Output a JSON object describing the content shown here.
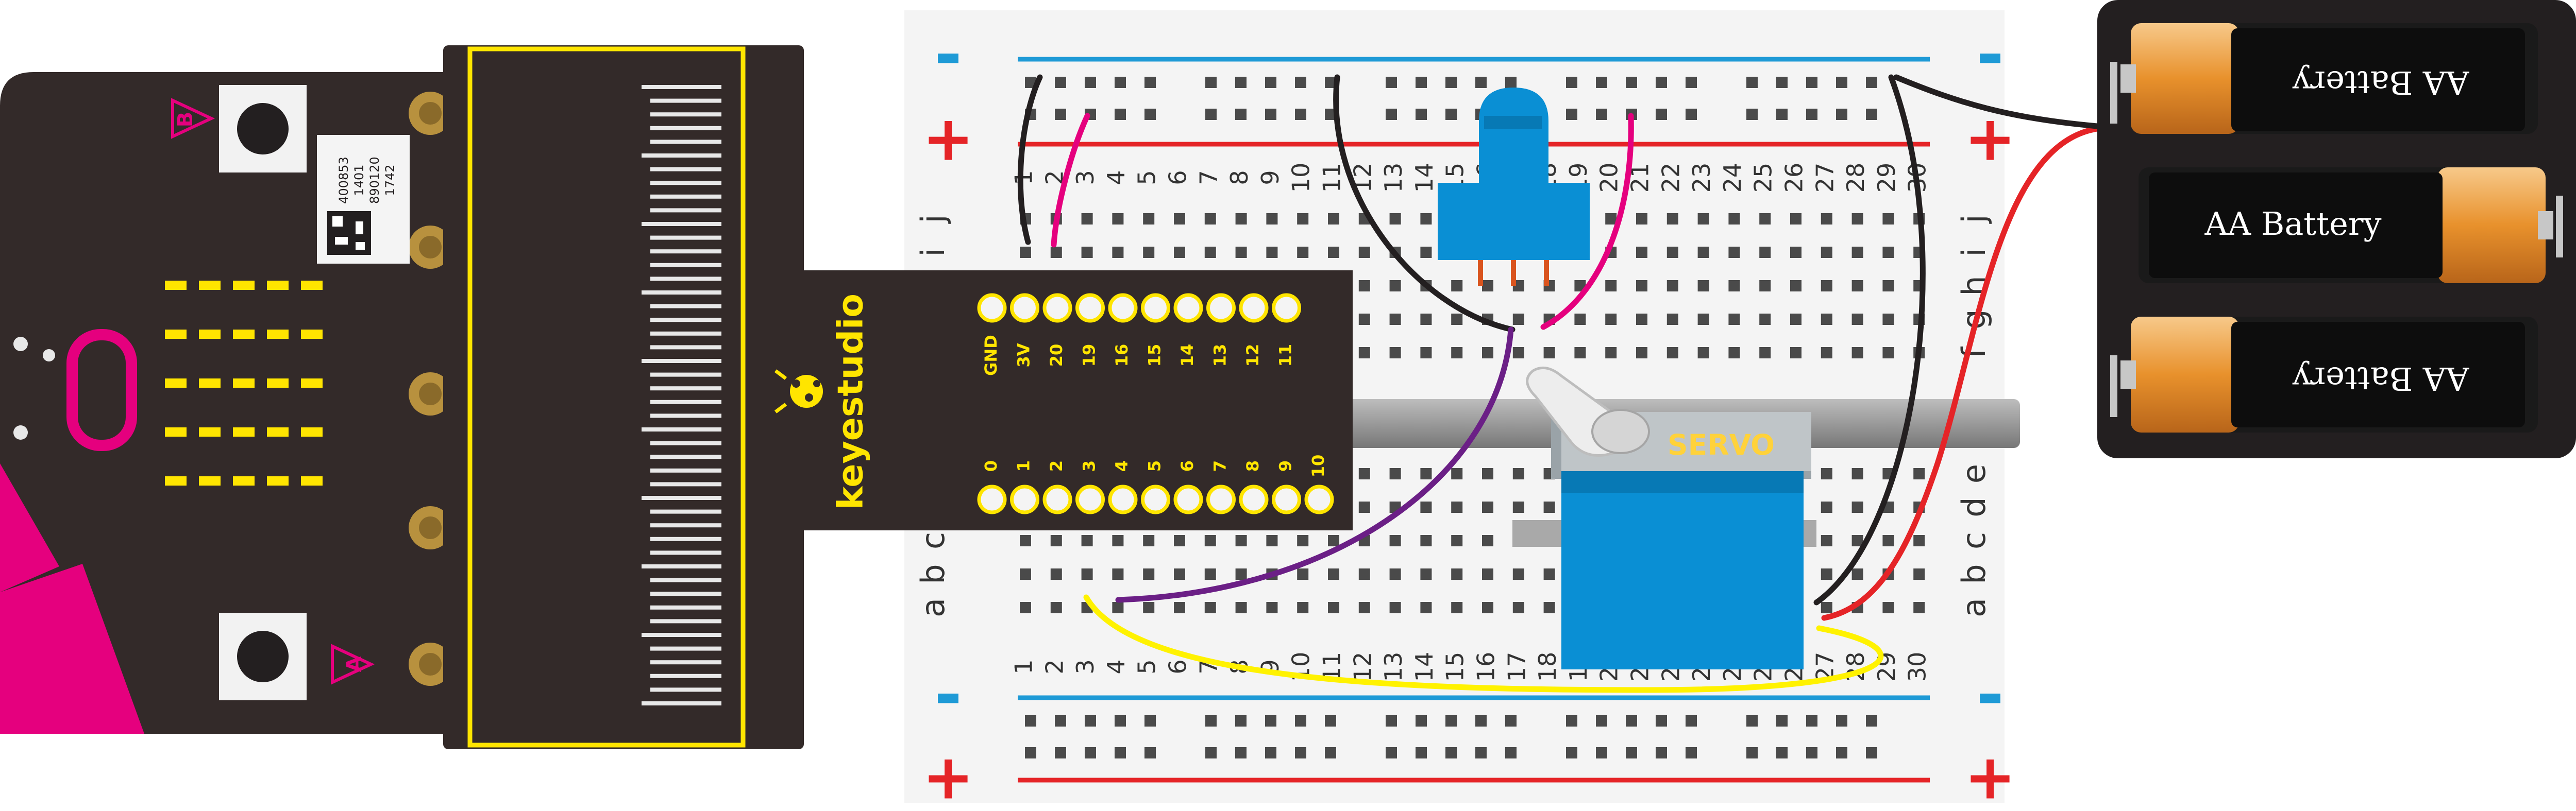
{
  "microbit": {
    "button_a_label": "A",
    "button_b_label": "B",
    "qr_text_lines": [
      "400853",
      "1401",
      "890120",
      "1742"
    ]
  },
  "shield": {
    "brand": "keyestudio",
    "top_pins": [
      "GND",
      "3V",
      "20",
      "19",
      "16",
      "15",
      "14",
      "13",
      "12",
      "11"
    ],
    "bottom_pins": [
      "0",
      "1",
      "2",
      "3",
      "4",
      "5",
      "6",
      "7",
      "8",
      "9",
      "10"
    ]
  },
  "breadboard": {
    "columns": [
      "1",
      "2",
      "3",
      "4",
      "5",
      "6",
      "7",
      "8",
      "9",
      "10",
      "11",
      "12",
      "13",
      "14",
      "15",
      "16",
      "17",
      "18",
      "19",
      "20",
      "21",
      "22",
      "23",
      "24",
      "25",
      "26",
      "27",
      "28",
      "29",
      "30"
    ],
    "rows_top": [
      "j",
      "i",
      "h",
      "g",
      "f"
    ],
    "rows_bottom": [
      "e",
      "d",
      "c",
      "b",
      "a"
    ],
    "rail_minus": "-",
    "rail_plus": "+",
    "colors": {
      "rail_blue": "#1e9ad6",
      "rail_red": "#e52427",
      "hole": "#4a4a4a"
    }
  },
  "servo": {
    "label": "SERVO",
    "body_color": "#0a8fd4"
  },
  "battery_pack": {
    "cells": [
      {
        "label": "AA Battery",
        "inverted": true
      },
      {
        "label": "AA Battery",
        "inverted": false
      },
      {
        "label": "AA Battery",
        "inverted": true
      }
    ]
  },
  "wires": {
    "colors": {
      "black": "#231f20",
      "magenta": "#e5007e",
      "purple": "#6b1f86",
      "yellow": "#fff200",
      "red": "#e52427"
    }
  }
}
